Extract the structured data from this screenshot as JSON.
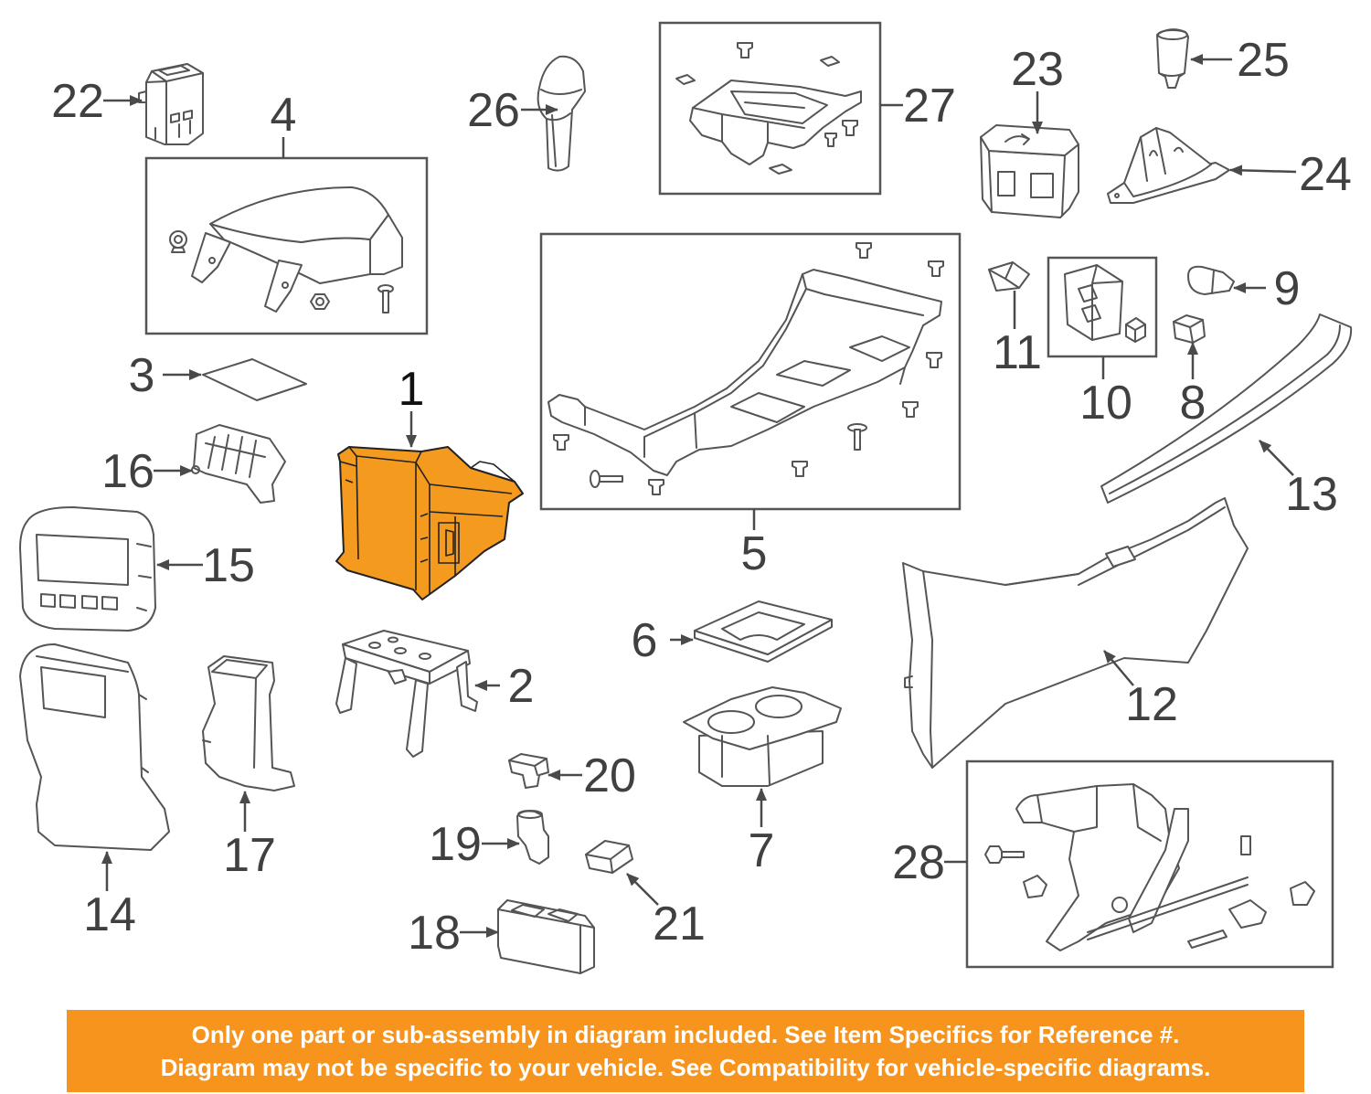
{
  "callouts": {
    "n1": "1",
    "n2": "2",
    "n3": "3",
    "n4": "4",
    "n5": "5",
    "n6": "6",
    "n7": "7",
    "n8": "8",
    "n9": "9",
    "n10": "10",
    "n11": "11",
    "n12": "12",
    "n13": "13",
    "n14": "14",
    "n15": "15",
    "n16": "16",
    "n17": "17",
    "n18": "18",
    "n19": "19",
    "n20": "20",
    "n21": "21",
    "n22": "22",
    "n23": "23",
    "n24": "24",
    "n25": "25",
    "n26": "26",
    "n27": "27",
    "n28": "28"
  },
  "notice": {
    "line1": "Only one part or sub-assembly in diagram included. See Item Specifics for Reference #.",
    "line2": "Diagram may not be specific to your vehicle. See Compatibility for vehicle-specific diagrams."
  },
  "colors": {
    "highlight": "#F39A1F",
    "banner": "#F7941D",
    "banner_text": "#FFFFFF",
    "linework": "#555555"
  }
}
